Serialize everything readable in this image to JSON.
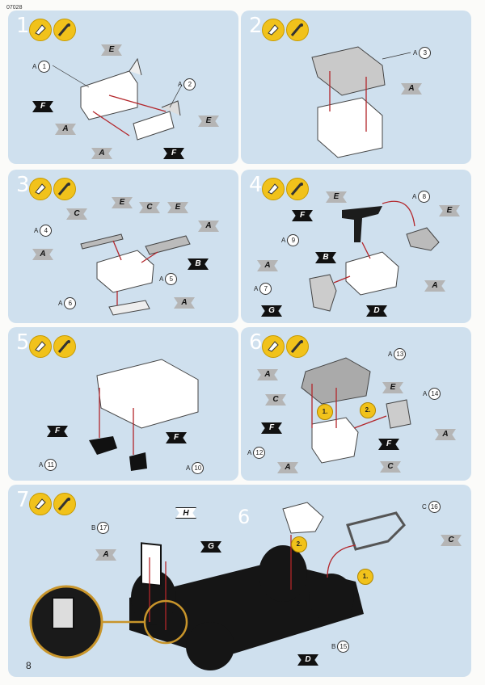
{
  "header": {
    "code": "07028"
  },
  "footer": {
    "page": "8"
  },
  "steps": [
    {
      "n": "1",
      "parts": [
        {
          "a": "A",
          "n": "1"
        },
        {
          "a": "A",
          "n": "2"
        }
      ],
      "flags": [
        "E",
        "F",
        "A",
        "E",
        "A",
        "F"
      ]
    },
    {
      "n": "2",
      "parts": [
        {
          "a": "A",
          "n": "3"
        }
      ],
      "flags": [
        "A"
      ]
    },
    {
      "n": "3",
      "parts": [
        {
          "a": "A",
          "n": "4"
        },
        {
          "a": "A",
          "n": "5"
        },
        {
          "a": "A",
          "n": "6"
        }
      ],
      "flags": [
        "C",
        "E",
        "C",
        "E",
        "A",
        "A",
        "B",
        "A"
      ]
    },
    {
      "n": "4",
      "parts": [
        {
          "a": "A",
          "n": "7"
        },
        {
          "a": "A",
          "n": "8"
        },
        {
          "a": "A",
          "n": "9"
        }
      ],
      "flags": [
        "E",
        "F",
        "B",
        "A",
        "G",
        "D",
        "E",
        "A"
      ]
    },
    {
      "n": "5",
      "parts": [
        {
          "a": "A",
          "n": "10"
        },
        {
          "a": "A",
          "n": "11"
        }
      ],
      "flags": [
        "F",
        "F"
      ]
    },
    {
      "n": "6",
      "parts": [
        {
          "a": "A",
          "n": "12"
        },
        {
          "a": "A",
          "n": "13"
        },
        {
          "a": "A",
          "n": "14"
        }
      ],
      "flags": [
        "A",
        "E",
        "C",
        "F",
        "A",
        "F",
        "C",
        "A"
      ],
      "seq": [
        "1.",
        "2."
      ]
    },
    {
      "n": "7",
      "parts": [
        {
          "a": "B",
          "n": "17"
        },
        {
          "a": "C",
          "n": "16"
        },
        {
          "a": "B",
          "n": "15"
        }
      ],
      "flags": [
        "H",
        "A",
        "G",
        "C",
        "D"
      ],
      "seq": [
        "2.",
        "1."
      ],
      "ref": "6"
    }
  ],
  "colors": {
    "panel": "#cfe0ee",
    "badge": "#f1c21b",
    "accent_arrow": "#b3262b",
    "magnifier": "#c8952b"
  }
}
